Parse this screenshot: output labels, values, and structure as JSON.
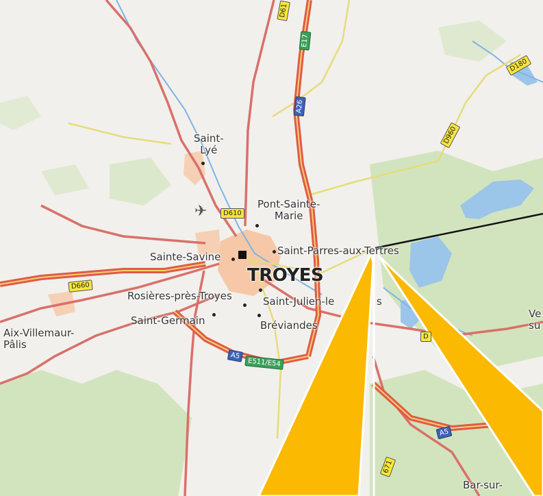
{
  "map": {
    "colors": {
      "background": "#f1f0ec",
      "forest": "#cfe3b8",
      "water": "#9cc5ea",
      "urban": "#f6c8a8",
      "motorway": "#e05a4a",
      "main_road": "#d9706a",
      "minor_road": "#efe27a",
      "callout": "#fbb902"
    },
    "places": [
      {
        "id": "troyes",
        "name": "TROYES"
      },
      {
        "id": "saint-lye",
        "name": "Saint-\nLyé"
      },
      {
        "id": "pont-sainte-marie",
        "name": "Pont-Sainte-\nMarie"
      },
      {
        "id": "sainte-savine",
        "name": "Sainte-Savine"
      },
      {
        "id": "saint-parres",
        "name": "Saint-Parres-aux-Tertres"
      },
      {
        "id": "rosieres",
        "name": "Rosières-près-Troyes"
      },
      {
        "id": "saint-julien",
        "name": "Saint-Julien-le"
      },
      {
        "id": "saint-julien-end",
        "name": "s"
      },
      {
        "id": "saint-germain",
        "name": "Saint-Germain"
      },
      {
        "id": "breviandes",
        "name": "Bréviandes"
      },
      {
        "id": "aix-villemaur",
        "name": "Aix-Villemaur-\nPâlis"
      },
      {
        "id": "vendeuvre",
        "name": "Ve\nsu"
      },
      {
        "id": "bar-sur",
        "name": "Bar-sur-"
      }
    ],
    "road_shields": [
      {
        "id": "d610-top",
        "ref": "D61",
        "kind": "d"
      },
      {
        "id": "e17",
        "ref": "E17",
        "kind": "e"
      },
      {
        "id": "a26",
        "ref": "A26",
        "kind": "a"
      },
      {
        "id": "d180",
        "ref": "D180",
        "kind": "d"
      },
      {
        "id": "d960",
        "ref": "D960",
        "kind": "d"
      },
      {
        "id": "d610",
        "ref": "D610",
        "kind": "d"
      },
      {
        "id": "d660",
        "ref": "D660",
        "kind": "d"
      },
      {
        "id": "a5",
        "ref": "A5",
        "kind": "a"
      },
      {
        "id": "e511",
        "ref": "E511/E54",
        "kind": "e"
      },
      {
        "id": "a5-east",
        "ref": "A5",
        "kind": "a"
      },
      {
        "id": "d-east",
        "ref": "D",
        "kind": "d"
      },
      {
        "id": "d671",
        "ref": "671",
        "kind": "d"
      }
    ]
  }
}
